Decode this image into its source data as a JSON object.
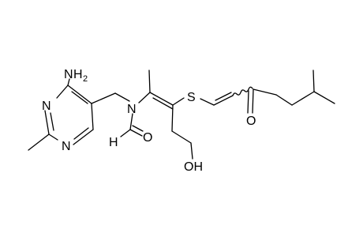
{
  "molecule": {
    "labels": {
      "amino_n": "N",
      "amino_h": "H",
      "amino_h_count": "2",
      "ring_n_upper": "N",
      "ring_n_lower": "N",
      "amide_n": "N",
      "formyl_h": "H",
      "formyl_o": "O",
      "sulfur": "S",
      "ketone_o": "O",
      "hydroxyl": "OH"
    }
  }
}
